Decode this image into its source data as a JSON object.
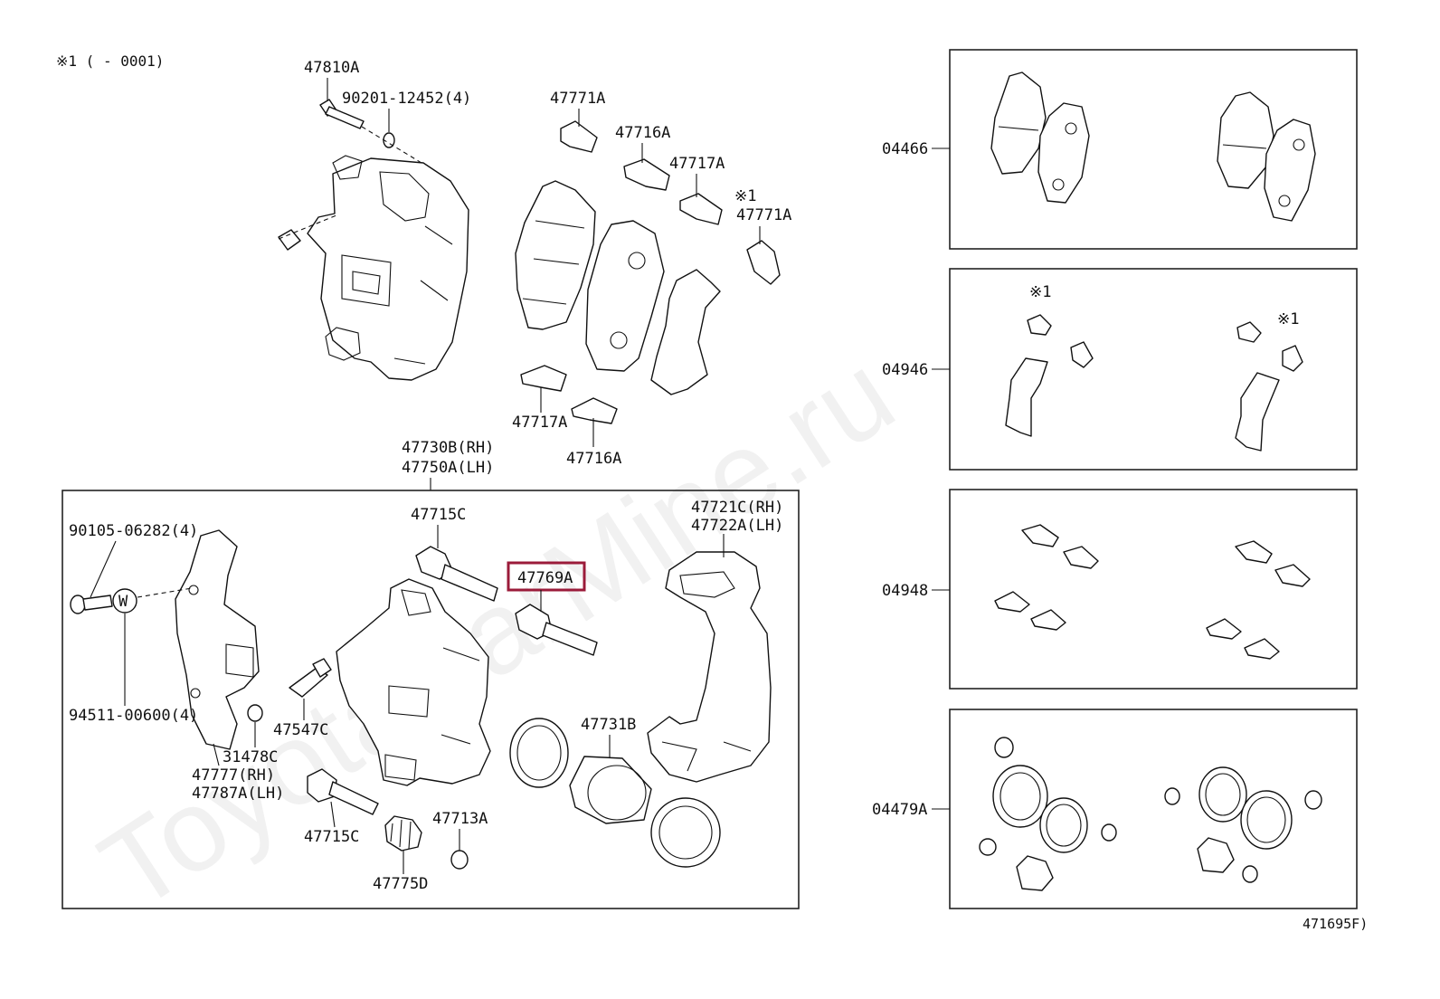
{
  "note": "※1 (      - 0001)",
  "watermark": "ToyotaCarMine.ru",
  "figure_code": "471695F)",
  "highlight_color": "#9b1b3a",
  "top_labels": {
    "l47810A": "47810A",
    "l90201": "90201-12452(4)",
    "l47771A_top": "47771A",
    "l47716A_top": "47716A",
    "l47717A_top": "47717A",
    "note_mark": "※1",
    "l47771A_note": "47771A",
    "l47717A_bot": "47717A",
    "l47716A_bot": "47716A",
    "l47730B": "47730B(RH)",
    "l47750A": "47750A(LH)"
  },
  "box_labels": {
    "l90105": "90105-06282(4)",
    "washer_mark": "W",
    "l94511": "94511-00600(4)",
    "l47715C_top": "47715C",
    "l47769A": "47769A",
    "l47721C": "47721C(RH)",
    "l47722A": "47722A(LH)",
    "l47547C": "47547C",
    "l31478C": "31478C",
    "l47777": "47777(RH)",
    "l47787A": "47787A(LH)",
    "l47731B": "47731B",
    "l47715C_bot": "47715C",
    "l47713A": "47713A",
    "l47775D": "47775D"
  },
  "kits": [
    {
      "code": "04466"
    },
    {
      "code": "04946",
      "mark_a": "※1",
      "mark_b": "※1"
    },
    {
      "code": "04948"
    },
    {
      "code": "04479A"
    }
  ]
}
